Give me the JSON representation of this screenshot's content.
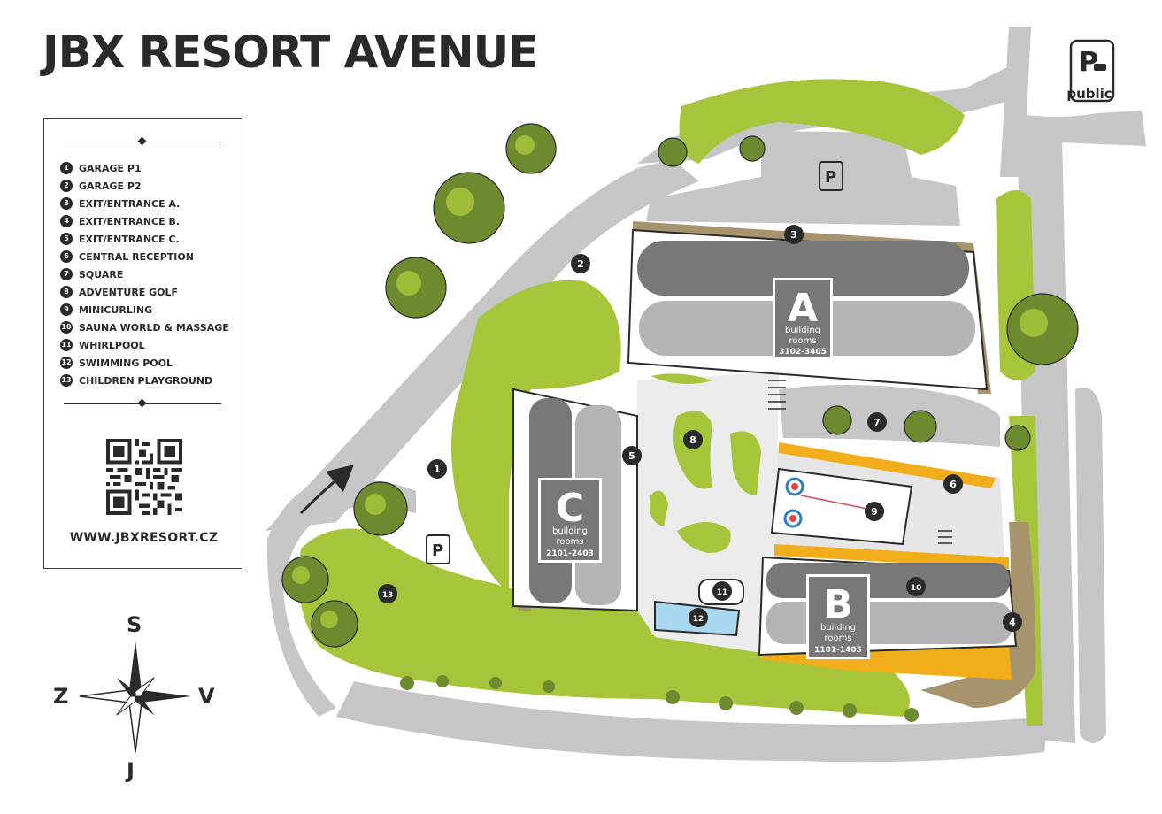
{
  "title": "JBX RESORT AVENUE",
  "legend": {
    "items": [
      {
        "n": "1",
        "label": "GARAGE P1"
      },
      {
        "n": "2",
        "label": "GARAGE P2"
      },
      {
        "n": "3",
        "label": "EXIT/ENTRANCE A."
      },
      {
        "n": "4",
        "label": "EXIT/ENTRANCE B."
      },
      {
        "n": "5",
        "label": "EXIT/ENTRANCE C."
      },
      {
        "n": "6",
        "label": "CENTRAL RECEPTION"
      },
      {
        "n": "7",
        "label": "SQUARE"
      },
      {
        "n": "8",
        "label": "ADVENTURE GOLF"
      },
      {
        "n": "9",
        "label": "MINICURLING"
      },
      {
        "n": "10",
        "label": "SAUNA WORLD & MASSAGE"
      },
      {
        "n": "11",
        "label": "WHIRLPOOL"
      },
      {
        "n": "12",
        "label": "SWIMMING POOL"
      },
      {
        "n": "13",
        "label": "CHILDREN PLAYGROUND"
      }
    ],
    "website": "WWW.JBXRESORT.CZ"
  },
  "parking": {
    "symbol": "P",
    "public_label": "public"
  },
  "buildings": {
    "a": {
      "letter": "A",
      "word": "building",
      "rooms_label": "rooms",
      "rooms": "3102-3405"
    },
    "b": {
      "letter": "B",
      "word": "building",
      "rooms_label": "rooms",
      "rooms": "1101-1405"
    },
    "c": {
      "letter": "C",
      "word": "building",
      "rooms_label": "rooms",
      "rooms": "2101-2403"
    }
  },
  "compass": {
    "north": "S",
    "south": "J",
    "west": "Z",
    "east": "V"
  },
  "colors": {
    "road": "#c6c6c6",
    "green": "#a6c53a",
    "tree": "#6e8a2e",
    "building_dark": "#787878",
    "building_light": "#b4b4b4",
    "tan": "#a8946c",
    "orange": "#f2ad1a",
    "pool": "#a8d8ef",
    "ink": "#2a2a2a"
  }
}
